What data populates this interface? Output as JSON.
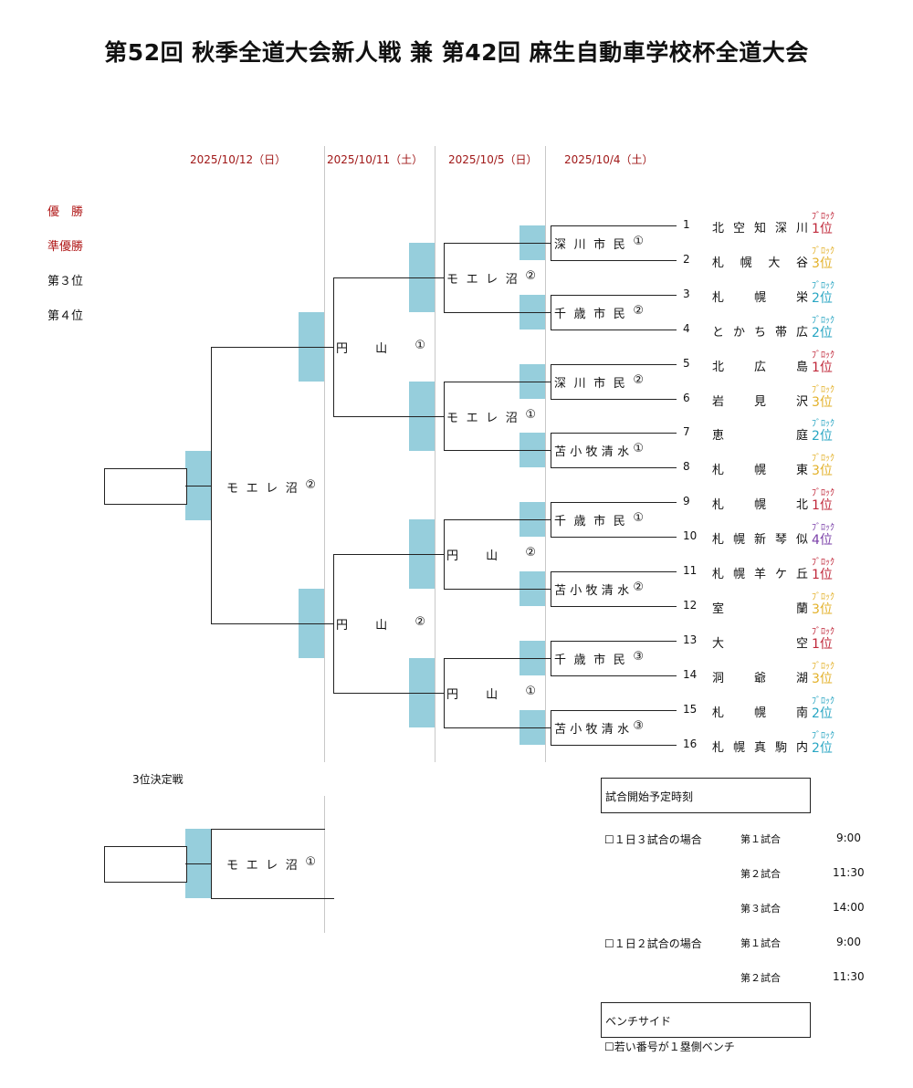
{
  "title": "第52回 秋季全道大会新人戦 兼 第42回 麻生自動車学校杯全道大会",
  "dates": [
    "2025/10/12（日）",
    "2025/10/11（土）",
    "2025/10/5（日）",
    "2025/10/4（土）"
  ],
  "ranks": [
    "優　勝",
    "準優勝",
    "第３位",
    "第４位"
  ],
  "teams": [
    {
      "num": "1",
      "name": "北空知深川",
      "block": "ﾌﾞﾛｯｸ",
      "pos": "1位",
      "color": "#c0283a"
    },
    {
      "num": "2",
      "name": "札幌大谷",
      "block": "ﾌﾞﾛｯｸ",
      "pos": "3位",
      "color": "#e3b12a"
    },
    {
      "num": "3",
      "name": "札幌栄",
      "block": "ﾌﾞﾛｯｸ",
      "pos": "2位",
      "color": "#29a6c3"
    },
    {
      "num": "4",
      "name": "とかち帯広",
      "block": "ﾌﾞﾛｯｸ",
      "pos": "2位",
      "color": "#29a6c3"
    },
    {
      "num": "5",
      "name": "北広島",
      "block": "ﾌﾞﾛｯｸ",
      "pos": "1位",
      "color": "#c0283a"
    },
    {
      "num": "6",
      "name": "岩見沢",
      "block": "ﾌﾞﾛｯｸ",
      "pos": "3位",
      "color": "#e3b12a"
    },
    {
      "num": "7",
      "name": "恵庭",
      "block": "ﾌﾞﾛｯｸ",
      "pos": "2位",
      "color": "#29a6c3"
    },
    {
      "num": "8",
      "name": "札幌東",
      "block": "ﾌﾞﾛｯｸ",
      "pos": "3位",
      "color": "#e3b12a"
    },
    {
      "num": "9",
      "name": "札幌北",
      "block": "ﾌﾞﾛｯｸ",
      "pos": "1位",
      "color": "#c0283a"
    },
    {
      "num": "10",
      "name": "札幌新琴似",
      "block": "ﾌﾞﾛｯｸ",
      "pos": "4位",
      "color": "#7a3fa8"
    },
    {
      "num": "11",
      "name": "札幌羊ケ丘",
      "block": "ﾌﾞﾛｯｸ",
      "pos": "1位",
      "color": "#c0283a"
    },
    {
      "num": "12",
      "name": "室蘭",
      "block": "ﾌﾞﾛｯｸ",
      "pos": "3位",
      "color": "#e3b12a"
    },
    {
      "num": "13",
      "name": "大空",
      "block": "ﾌﾞﾛｯｸ",
      "pos": "1位",
      "color": "#c0283a"
    },
    {
      "num": "14",
      "name": "洞爺湖",
      "block": "ﾌﾞﾛｯｸ",
      "pos": "3位",
      "color": "#e3b12a"
    },
    {
      "num": "15",
      "name": "札幌南",
      "block": "ﾌﾞﾛｯｸ",
      "pos": "2位",
      "color": "#29a6c3"
    },
    {
      "num": "16",
      "name": "札幌真駒内",
      "block": "ﾌﾞﾛｯｸ",
      "pos": "2位",
      "color": "#29a6c3"
    }
  ],
  "round1_winners": [
    "深川市民①",
    "千歳市民②",
    "深川市民②",
    "苫小牧清水①",
    "千歳市民①",
    "苫小牧清水②",
    "千歳市民③",
    "苫小牧清水③"
  ],
  "round2_winners": [
    "モエレ沼②",
    "モエレ沼①",
    "円山②",
    "円山①"
  ],
  "semi_winners": [
    "円山①",
    "円山②"
  ],
  "final_winner": "モエレ沼②",
  "third_place": {
    "label": "3位決定戦",
    "winner": "モエレ沼①"
  },
  "schedule": {
    "header": "試合開始予定時刻",
    "groups": [
      {
        "label": "☐１日３試合の場合",
        "games": [
          {
            "name": "第１試合",
            "time": "9:00"
          },
          {
            "name": "第２試合",
            "time": "11:30"
          },
          {
            "name": "第３試合",
            "time": "14:00"
          }
        ]
      },
      {
        "label": "☐１日２試合の場合",
        "games": [
          {
            "name": "第１試合",
            "time": "9:00"
          },
          {
            "name": "第２試合",
            "time": "11:30"
          }
        ]
      }
    ],
    "bench_header": "ベンチサイド",
    "bench_note": "☐若い番号が１塁側ベンチ"
  },
  "colors": {
    "accent_blue": "#96cedc",
    "date_red": "#a01818",
    "rank_red": "#b01818"
  }
}
